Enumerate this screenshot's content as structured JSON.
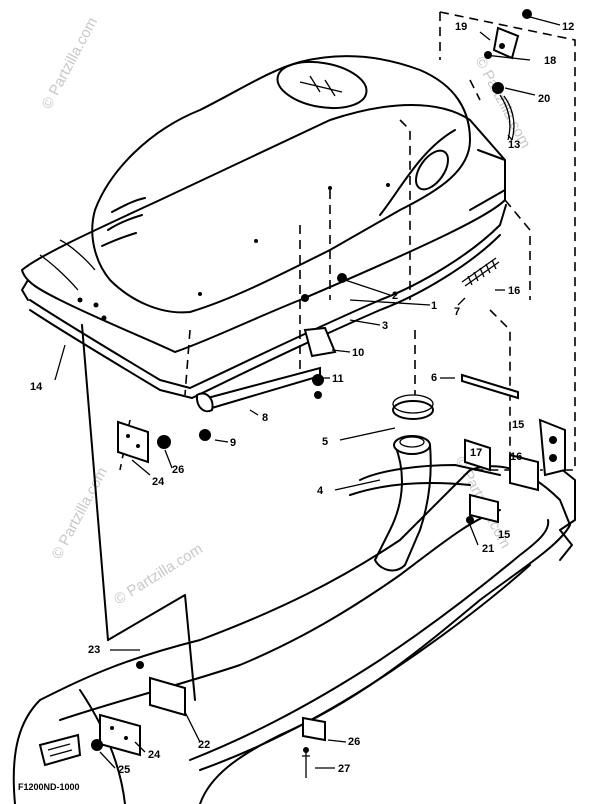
{
  "watermarks": [
    "© Partzilla.com",
    "© Partzilla.com",
    "© Partzilla.com",
    "© Partzilla.com",
    "© Partzilla.com"
  ],
  "figure_code": "F1200ND-1000",
  "callouts": [
    "1",
    "2",
    "3",
    "4",
    "5",
    "6",
    "7",
    "8",
    "9",
    "10",
    "11",
    "12",
    "13",
    "14",
    "15",
    "16",
    "17",
    "18",
    "19",
    "20",
    "21",
    "22",
    "23",
    "24",
    "25",
    "26",
    "27"
  ]
}
